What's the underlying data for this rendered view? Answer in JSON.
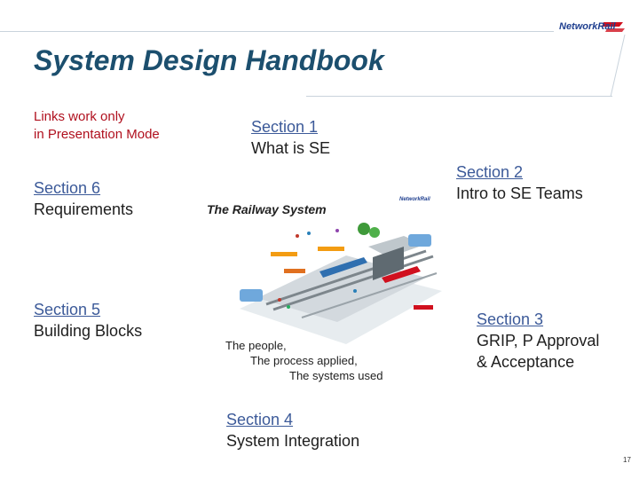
{
  "header": {
    "title": "System Design Handbook",
    "logo_text": "NetworkRail"
  },
  "note": {
    "line1": "Links work only",
    "line2": "in Presentation Mode"
  },
  "sections": {
    "s1": {
      "link": "Section 1",
      "sub": "What is SE"
    },
    "s2": {
      "link": "Section 2",
      "sub": "Intro to SE Teams"
    },
    "s3": {
      "link": "Section 3",
      "sub1": "GRIP, P Approval",
      "sub2": "& Acceptance"
    },
    "s4": {
      "link": "Section 4",
      "sub": "System Integration"
    },
    "s5": {
      "link": "Section 5",
      "sub": "Building Blocks"
    },
    "s6": {
      "link": "Section 6",
      "sub": "Requirements"
    }
  },
  "illustration": {
    "title": "The Railway System",
    "logo_text": "NetworkRail",
    "caption1": "The people,",
    "caption2": "The process applied,",
    "caption3": "The systems used"
  },
  "footer": {
    "page_number": "17"
  },
  "colors": {
    "title": "#1c4f6e",
    "note": "#b0101e",
    "link": "#3c5a99",
    "brand_red": "#d0101e",
    "brand_blue": "#1f3f8f"
  }
}
